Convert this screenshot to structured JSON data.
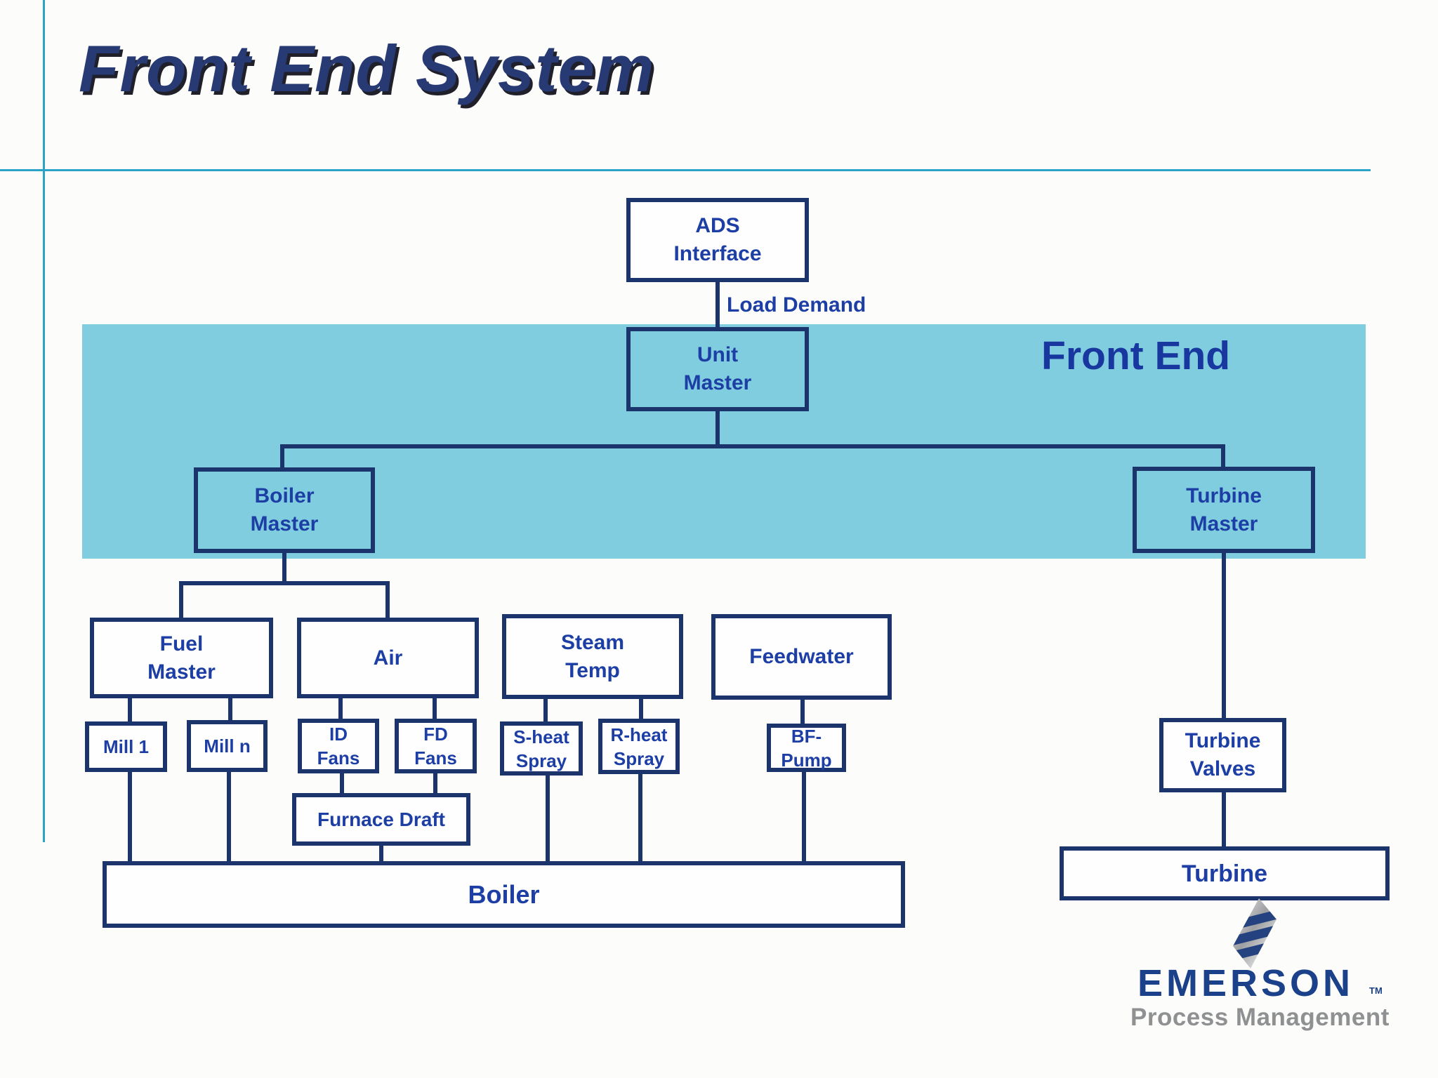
{
  "title": "Front End System",
  "band": {
    "label": "Front End"
  },
  "edge_label": "Load Demand",
  "nodes": {
    "ads": {
      "label": "ADS\nInterface"
    },
    "unit_master": {
      "label": "Unit\nMaster"
    },
    "boiler_master": {
      "label": "Boiler\nMaster"
    },
    "turbine_master": {
      "label": "Turbine\nMaster"
    },
    "fuel_master": {
      "label": "Fuel\nMaster"
    },
    "air": {
      "label": "Air"
    },
    "steam_temp": {
      "label": "Steam\nTemp"
    },
    "feedwater": {
      "label": "Feedwater"
    },
    "mill_1": {
      "label": "Mill 1"
    },
    "mill_n": {
      "label": "Mill n"
    },
    "id_fans": {
      "label": "ID\nFans"
    },
    "fd_fans": {
      "label": "FD\nFans"
    },
    "s_heat_spray": {
      "label": "S-heat\nSpray"
    },
    "r_heat_spray": {
      "label": "R-heat\nSpray"
    },
    "bf_pump": {
      "label": "BF-\nPump"
    },
    "furnace_draft": {
      "label": "Furnace Draft"
    },
    "boiler": {
      "label": "Boiler"
    },
    "turbine_valves": {
      "label": "Turbine\nValves"
    },
    "turbine": {
      "label": "Turbine"
    }
  },
  "logo": {
    "brand": "EMERSON",
    "trademark": "TM",
    "tagline": "Process Management"
  },
  "colors": {
    "accent_line": "#2ba3c9",
    "band_fill": "#80cddf",
    "box_border": "#1b346c",
    "box_text": "#1c3ea5",
    "title_text": "#283a74",
    "logo_blue": "#1a4189",
    "logo_gray": "#8e9092"
  }
}
